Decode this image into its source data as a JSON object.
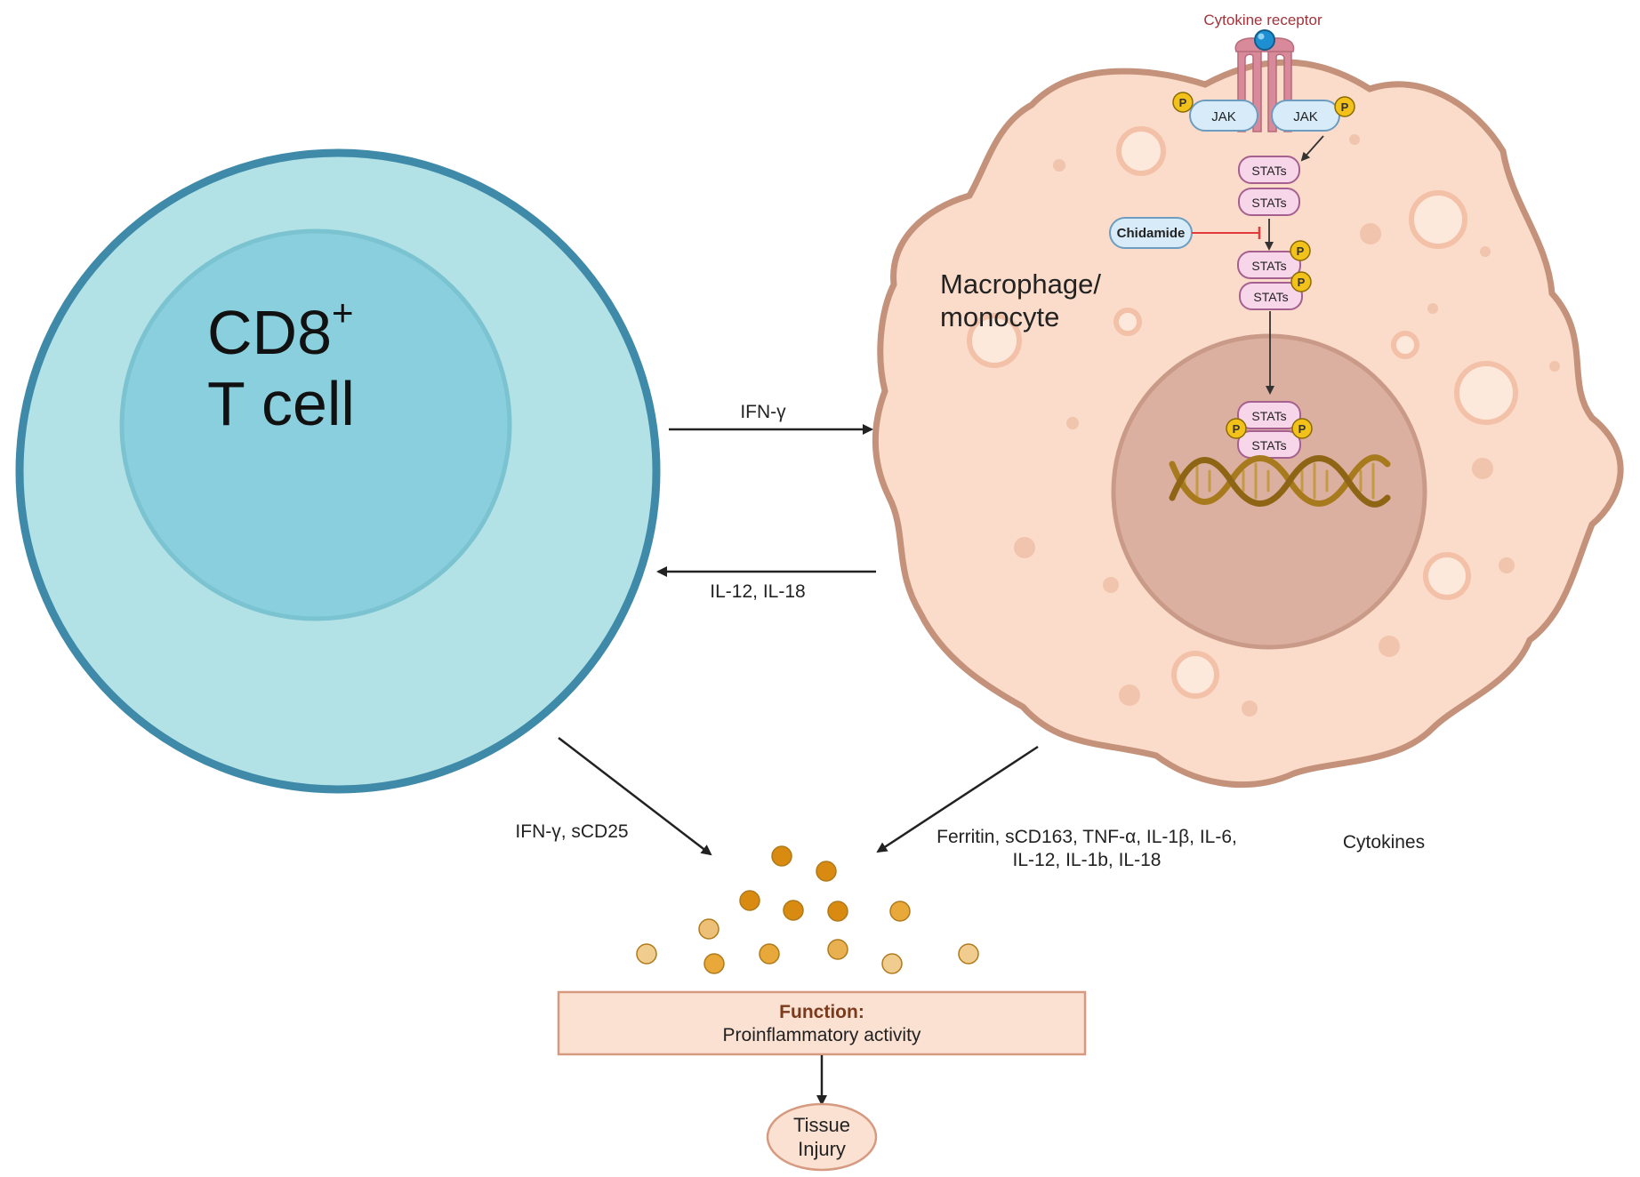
{
  "tcell": {
    "label_line1": "CD8",
    "label_sup": "+",
    "label_line2": "T cell"
  },
  "macrophage": {
    "label_line1": "Macrophage/",
    "label_line2": "monocyte"
  },
  "receptor": {
    "label": "Cytokine receptor"
  },
  "jak": {
    "left": "JAK",
    "right": "JAK"
  },
  "phospho": {
    "label": "P"
  },
  "stats": {
    "label": "STATs"
  },
  "drug": {
    "label": "Chidamide"
  },
  "arrows": {
    "to_macrophage": "IFN-γ",
    "to_tcell": "IL-12, IL-18",
    "tcell_output": "IFN-γ, sCD25",
    "macrophage_output_line1": "Ferritin, sCD163, TNF-α, IL-1β, IL-6,",
    "macrophage_output_line2": "IL-12, IL-1b, IL-18"
  },
  "cytokines": {
    "label": "Cytokines"
  },
  "function_box": {
    "title": "Function:",
    "text": "Proinflammatory activity"
  },
  "outcome": {
    "line1": "Tissue",
    "line2": "Injury"
  },
  "colors": {
    "tcell_outer": "#b2e2e6",
    "tcell_border": "#3f8aa8",
    "tcell_nucleus": "#89cfdd",
    "macrophage_fill": "#fbdbc9",
    "macrophage_border": "#c4917a",
    "macro_nucleus": "#dcb0a0",
    "receptor": "#d98a9a",
    "jak_fill": "#d7ecf8",
    "stats_fill": "#f7d6ea",
    "phospho": "#f3c21a",
    "inhibit": "#e03a3a",
    "dna": "#a87a1e",
    "function_fill": "#fbe1d2",
    "function_border": "#d59a80",
    "function_title": "#7a3a1c"
  }
}
